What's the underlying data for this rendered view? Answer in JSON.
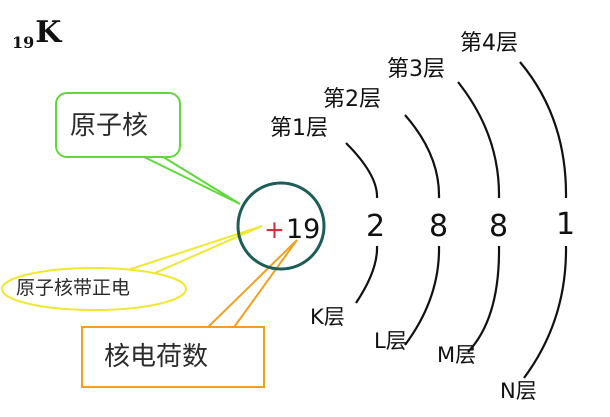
{
  "element": {
    "mass_sub": "19",
    "symbol": "K"
  },
  "nucleus": {
    "sign": "+",
    "charge": "19"
  },
  "shells": [
    {
      "order_label": "第1层",
      "count": "2",
      "name": "K层"
    },
    {
      "order_label": "第2层",
      "count": "8",
      "name": "L层"
    },
    {
      "order_label": "第3层",
      "count": "8",
      "name": "M层"
    },
    {
      "order_label": "第4层",
      "count": "1",
      "name": "N层"
    }
  ],
  "callouts": {
    "nucleus": "原子核",
    "positive": "原子核带正电",
    "charge_number": "核电荷数"
  },
  "colors": {
    "ink": "#111111",
    "nucleus_circle": "#1d5d57",
    "plus_sign": "#d0303a",
    "callout_green": "#5fd83a",
    "callout_yellow": "#f0e830",
    "callout_orange": "#f0a020"
  }
}
